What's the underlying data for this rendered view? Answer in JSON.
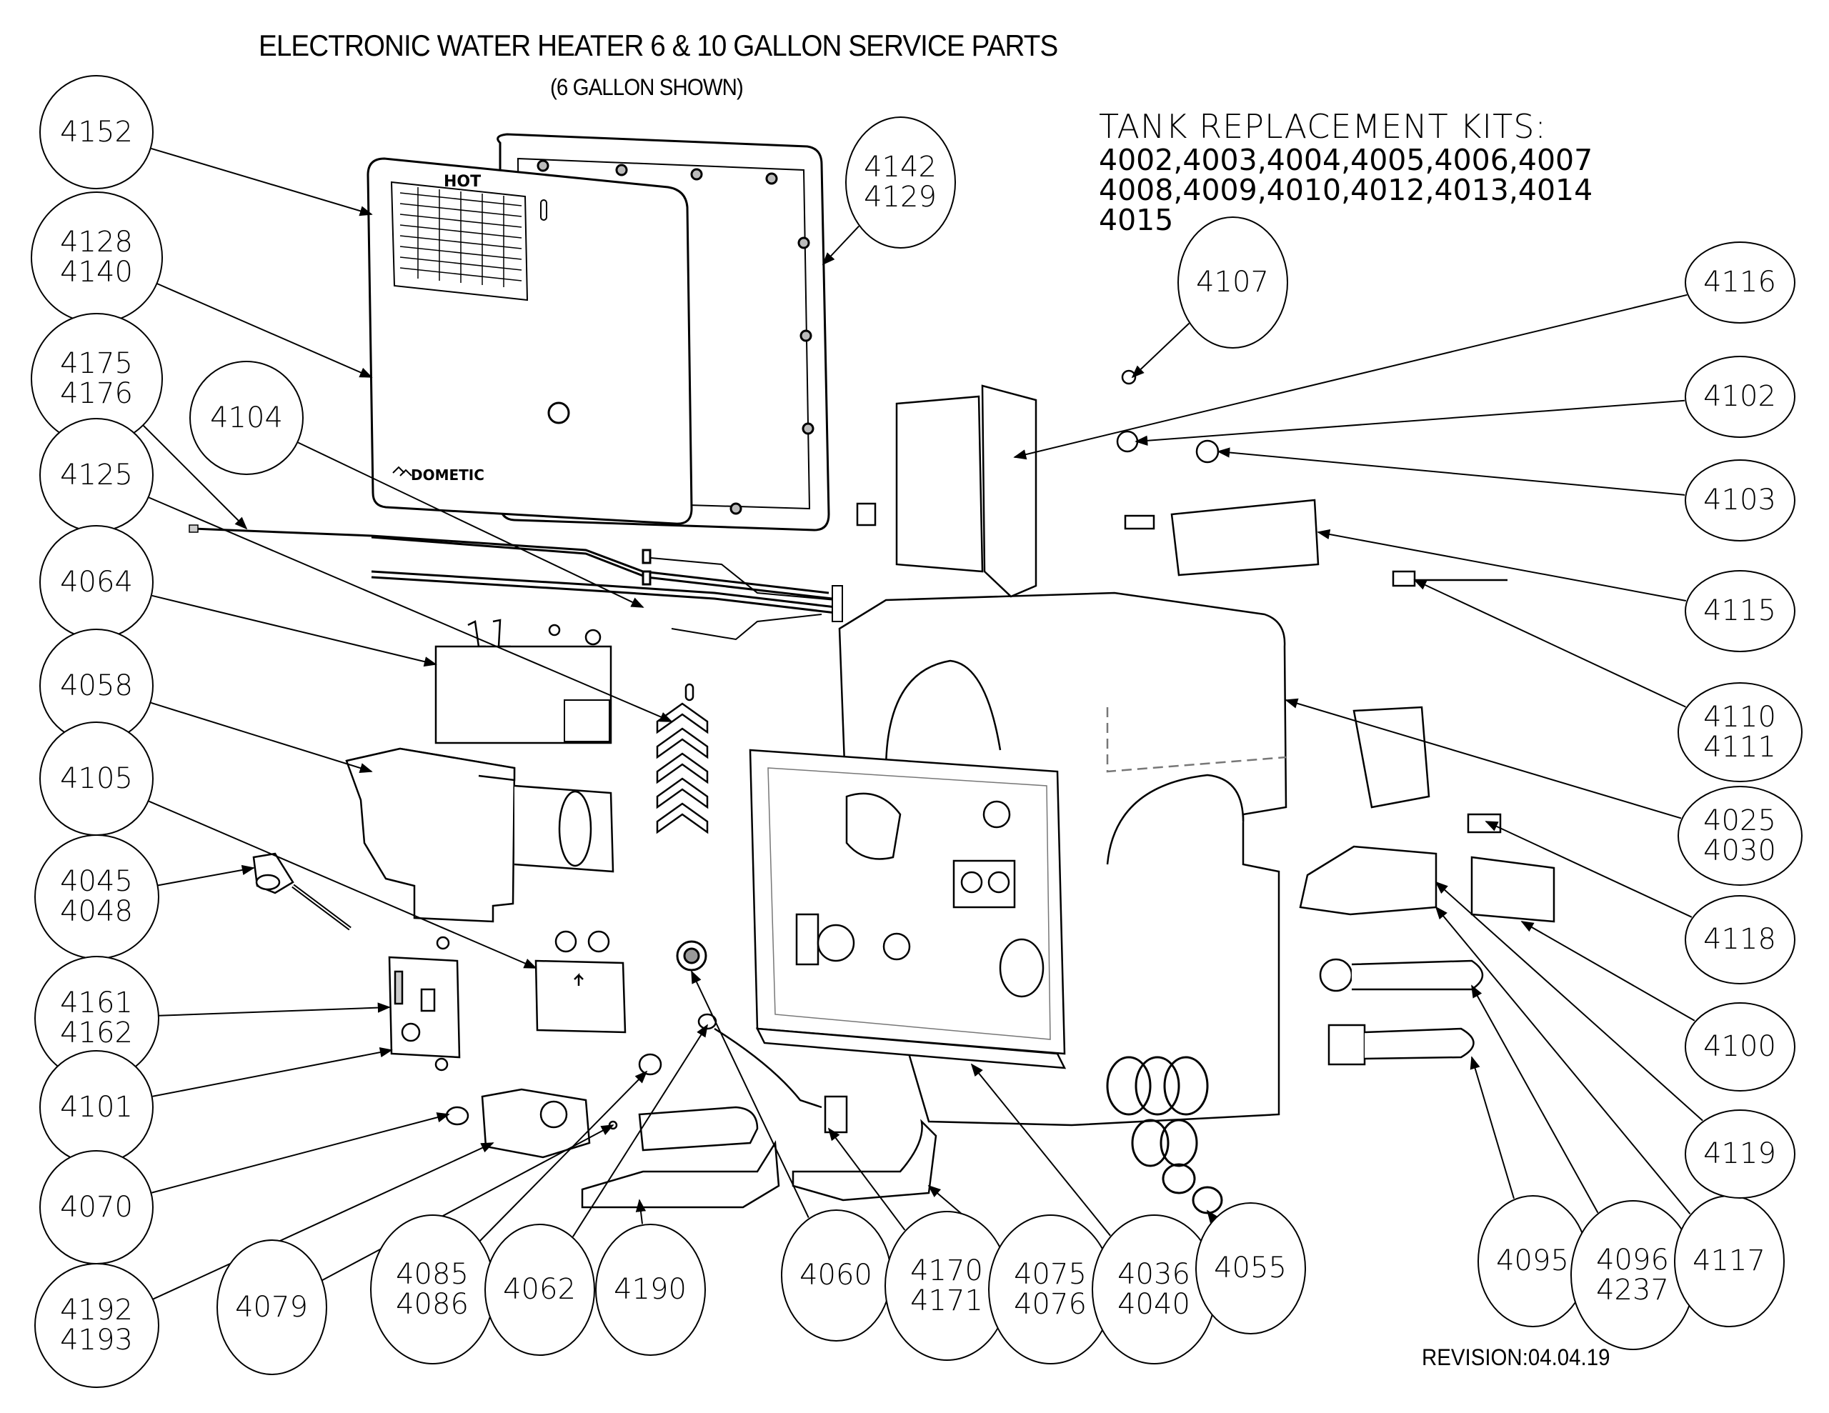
{
  "title": "ELECTRONIC WATER HEATER 6 & 10 GALLON SERVICE PARTS",
  "subtitle": "(6 GALLON SHOWN)",
  "tank_kits": {
    "heading": "TANK REPLACEMENT KITS:",
    "lines": [
      "4002,4003,4004,4005,4006,4007",
      "4008,4009,4010,4012,4013,4014",
      "4015"
    ]
  },
  "revision": "REVISION:04.04.19",
  "panel_labels": {
    "hot": "HOT",
    "brand": "DOMETIC"
  },
  "callouts": [
    {
      "id": "c4152",
      "parts": [
        "4152"
      ]
    },
    {
      "id": "c4128",
      "parts": [
        "4128",
        "4140"
      ]
    },
    {
      "id": "c4175",
      "parts": [
        "4175",
        "4176"
      ]
    },
    {
      "id": "c4104",
      "parts": [
        "4104"
      ]
    },
    {
      "id": "c4125",
      "parts": [
        "4125"
      ]
    },
    {
      "id": "c4064",
      "parts": [
        "4064"
      ]
    },
    {
      "id": "c4058",
      "parts": [
        "4058"
      ]
    },
    {
      "id": "c4105",
      "parts": [
        "4105"
      ]
    },
    {
      "id": "c4045",
      "parts": [
        "4045",
        "4048"
      ]
    },
    {
      "id": "c4161",
      "parts": [
        "4161",
        "4162"
      ]
    },
    {
      "id": "c4101",
      "parts": [
        "4101"
      ]
    },
    {
      "id": "c4070",
      "parts": [
        "4070"
      ]
    },
    {
      "id": "c4192",
      "parts": [
        "4192",
        "4193"
      ]
    },
    {
      "id": "c4079",
      "parts": [
        "4079"
      ]
    },
    {
      "id": "c4085",
      "parts": [
        "4085",
        "4086"
      ]
    },
    {
      "id": "c4062",
      "parts": [
        "4062"
      ]
    },
    {
      "id": "c4190",
      "parts": [
        "4190"
      ]
    },
    {
      "id": "c4060",
      "parts": [
        "4060"
      ]
    },
    {
      "id": "c4170",
      "parts": [
        "4170",
        "4171"
      ]
    },
    {
      "id": "c4075",
      "parts": [
        "4075",
        "4076"
      ]
    },
    {
      "id": "c4036",
      "parts": [
        "4036",
        "4040"
      ]
    },
    {
      "id": "c4055",
      "parts": [
        "4055"
      ]
    },
    {
      "id": "c4095",
      "parts": [
        "4095"
      ]
    },
    {
      "id": "c4096",
      "parts": [
        "4096",
        "4237"
      ]
    },
    {
      "id": "c4117",
      "parts": [
        "4117"
      ]
    },
    {
      "id": "c4142",
      "parts": [
        "4142",
        "4129"
      ]
    },
    {
      "id": "c4107",
      "parts": [
        "4107"
      ]
    },
    {
      "id": "c4116",
      "parts": [
        "4116"
      ]
    },
    {
      "id": "c4102",
      "parts": [
        "4102"
      ]
    },
    {
      "id": "c4103",
      "parts": [
        "4103"
      ]
    },
    {
      "id": "c4115",
      "parts": [
        "4115"
      ]
    },
    {
      "id": "c4110",
      "parts": [
        "4110",
        "4111"
      ]
    },
    {
      "id": "c4025",
      "parts": [
        "4025",
        "4030"
      ]
    },
    {
      "id": "c4118",
      "parts": [
        "4118"
      ]
    },
    {
      "id": "c4100",
      "parts": [
        "4100"
      ]
    },
    {
      "id": "c4119",
      "parts": [
        "4119"
      ]
    }
  ]
}
